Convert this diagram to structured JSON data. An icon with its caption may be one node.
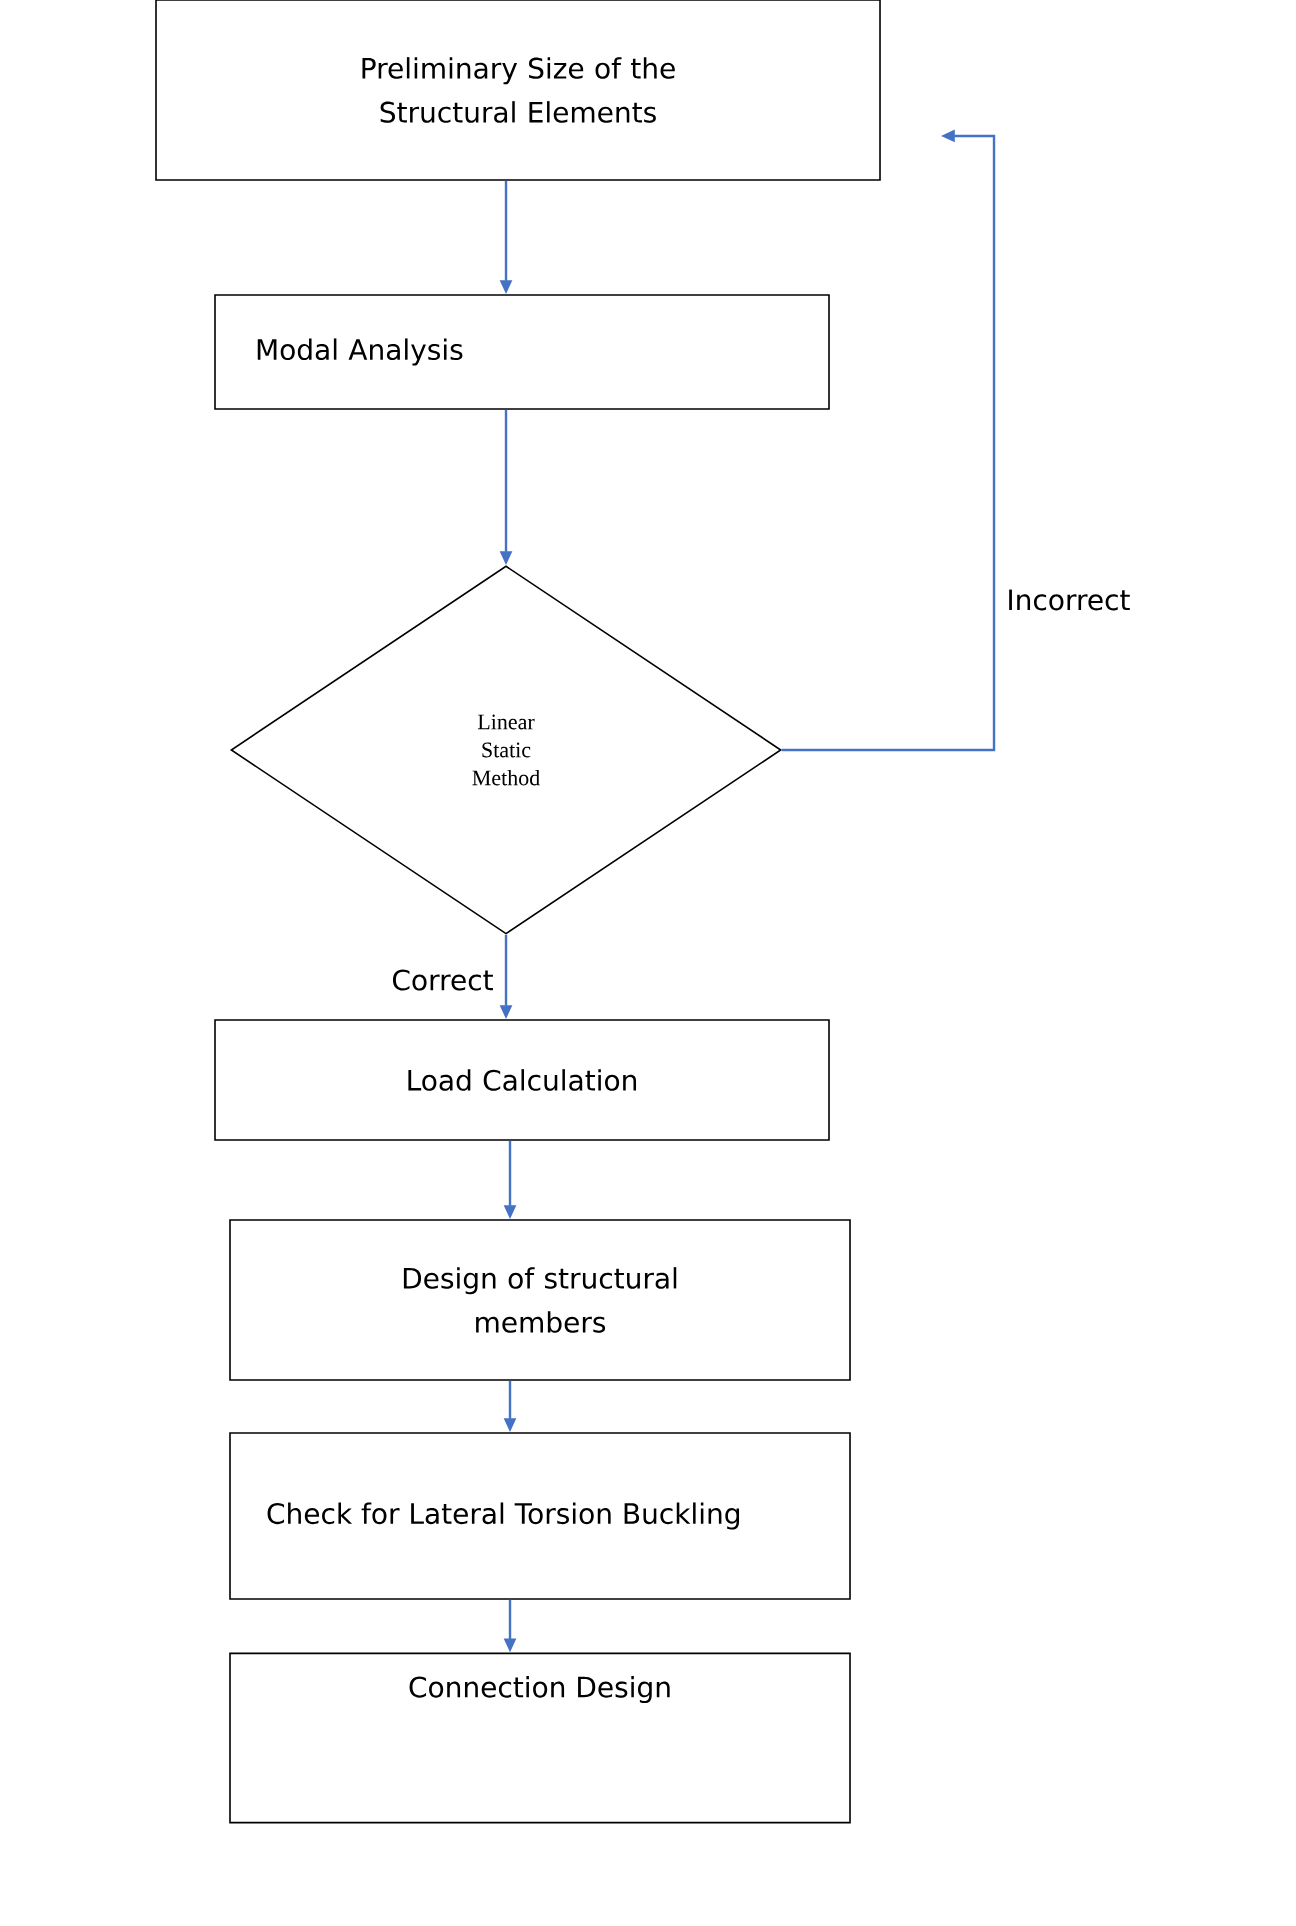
{
  "diagram": {
    "nodes": [
      {
        "text": [
          "Preliminary Size of the Structural Elements"
        ]
      },
      {
        "text": [
          "Modal Analysis"
        ]
      },
      {
        "text": [
          "Linear Static Method"
        ]
      },
      {
        "text": [
          "Load Calculation"
        ]
      },
      {
        "text": [
          "Design of structural members"
        ]
      },
      {
        "text": [
          "Check for Lateral Torsion Buckling"
        ]
      },
      {
        "text": [
          "Connection Design"
        ]
      }
    ],
    "edges": [
      {
        "from": 0,
        "to": 1,
        "arrow": "to"
      },
      {
        "from": 1,
        "to": 2,
        "arrow": "to"
      },
      {
        "from": 2,
        "to": 3,
        "arrow": "to",
        "label": "Correct"
      },
      {
        "from": 2,
        "to": 0,
        "arrow": "to",
        "label": "Incorrect"
      },
      {
        "from": 3,
        "to": 4,
        "arrow": "to"
      },
      {
        "from": 4,
        "to": 5,
        "arrow": "to"
      },
      {
        "from": 5,
        "to": 6,
        "arrow": "to"
      }
    ]
  }
}
